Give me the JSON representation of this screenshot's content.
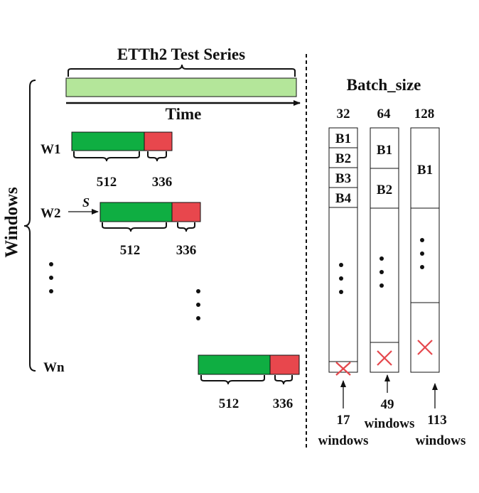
{
  "colors": {
    "series_fill": "#b4e69a",
    "window_green": "#0fae42",
    "window_red": "#e8474d",
    "cross": "#e5474c",
    "ink": "#111111"
  },
  "left": {
    "title": "ETTh2 Test Series",
    "time_label": "Time",
    "y_label": "Windows",
    "stride_label": "S",
    "windows": [
      {
        "label": "W1",
        "input_len": "512",
        "horizon_len": "336"
      },
      {
        "label": "W2",
        "input_len": "512",
        "horizon_len": "336"
      },
      {
        "label": "Wn",
        "input_len": "512",
        "horizon_len": "336"
      }
    ]
  },
  "right": {
    "title": "Batch_size",
    "columns": [
      {
        "batch_size": "32",
        "batches": [
          "B1",
          "B2",
          "B3",
          "B4"
        ],
        "leftover": "17",
        "unit": "windows"
      },
      {
        "batch_size": "64",
        "batches": [
          "B1",
          "B2"
        ],
        "leftover": "49",
        "unit": "windows"
      },
      {
        "batch_size": "128",
        "batches": [
          "B1"
        ],
        "leftover": "113",
        "unit": "windows"
      }
    ]
  }
}
